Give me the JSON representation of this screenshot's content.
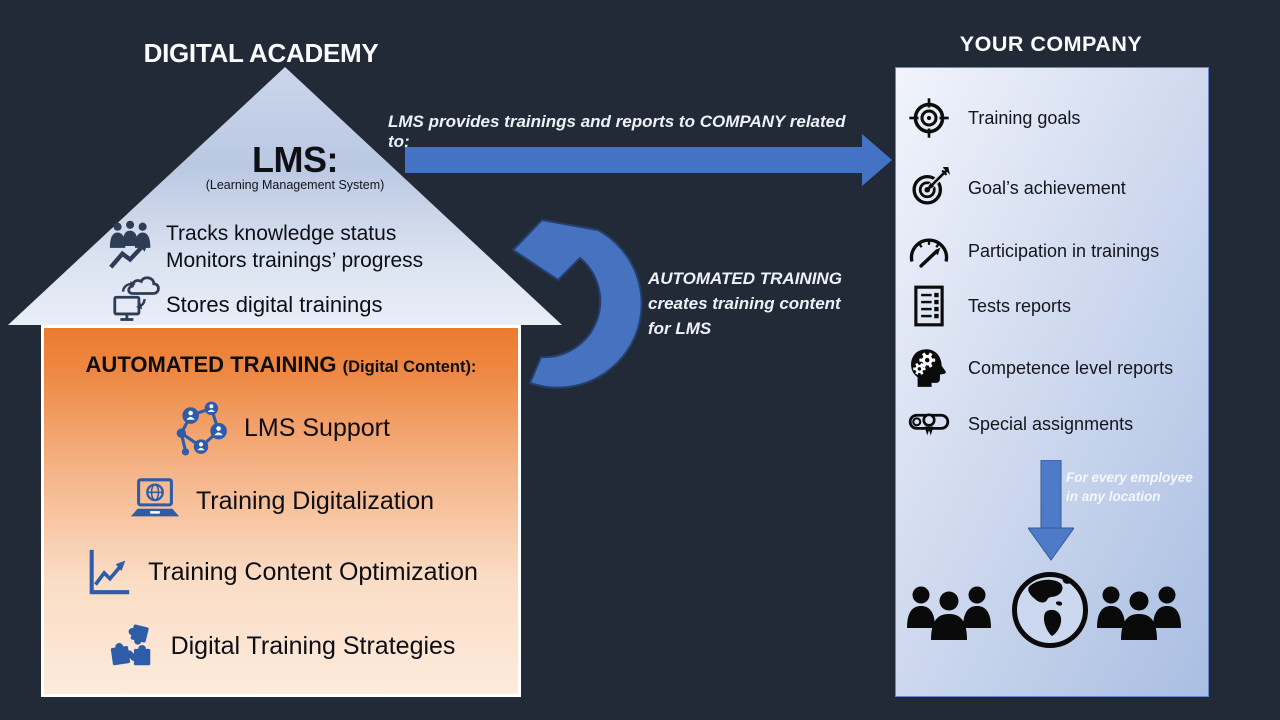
{
  "background_color": "#222A37",
  "accent_blue": "#4472C4",
  "orange_top": "#EC7B2F",
  "digital_academy": {
    "title": "DIGITAL ACADEMY",
    "roof": {
      "heading": "LMS:",
      "subheading": "(Learning Management System)",
      "features": [
        {
          "icon": "people-growth-icon",
          "lines": [
            "Tracks knowledge status",
            "Monitors trainings’ progress"
          ]
        },
        {
          "icon": "cloud-sync-monitor-icon",
          "lines": [
            "Stores digital trainings"
          ]
        }
      ]
    },
    "base": {
      "heading": "AUTOMATED TRAINING",
      "heading_note": "(Digital Content):",
      "services": [
        {
          "icon": "network-people-icon",
          "label": "LMS Support"
        },
        {
          "icon": "laptop-globe-icon",
          "label": "Training Digitalization"
        },
        {
          "icon": "growth-chart-icon",
          "label": "Training Content Optimization"
        },
        {
          "icon": "puzzle-pieces-icon",
          "label": "Digital Training Strategies"
        }
      ]
    }
  },
  "flows": {
    "lms_to_company": "LMS provides trainings and reports to COMPANY related to:",
    "automated_to_lms_lines": [
      "AUTOMATED TRAINING",
      "creates training content",
      "for LMS"
    ]
  },
  "your_company": {
    "title": "YOUR COMPANY",
    "items": [
      {
        "icon": "target-icon",
        "label": "Training goals"
      },
      {
        "icon": "dartboard-arrow-icon",
        "label": "Goal’s achievement"
      },
      {
        "icon": "gauge-icon",
        "label": "Participation in trainings"
      },
      {
        "icon": "test-report-icon",
        "label": "Tests reports"
      },
      {
        "icon": "head-gears-icon",
        "label": "Competence level reports"
      },
      {
        "icon": "diploma-icon",
        "label": "Special assignments"
      }
    ],
    "reach_note_lines": [
      "For every employee",
      "in any location"
    ],
    "footer_icons": [
      "people-group-icon",
      "globe-icon",
      "people-group-icon"
    ]
  }
}
